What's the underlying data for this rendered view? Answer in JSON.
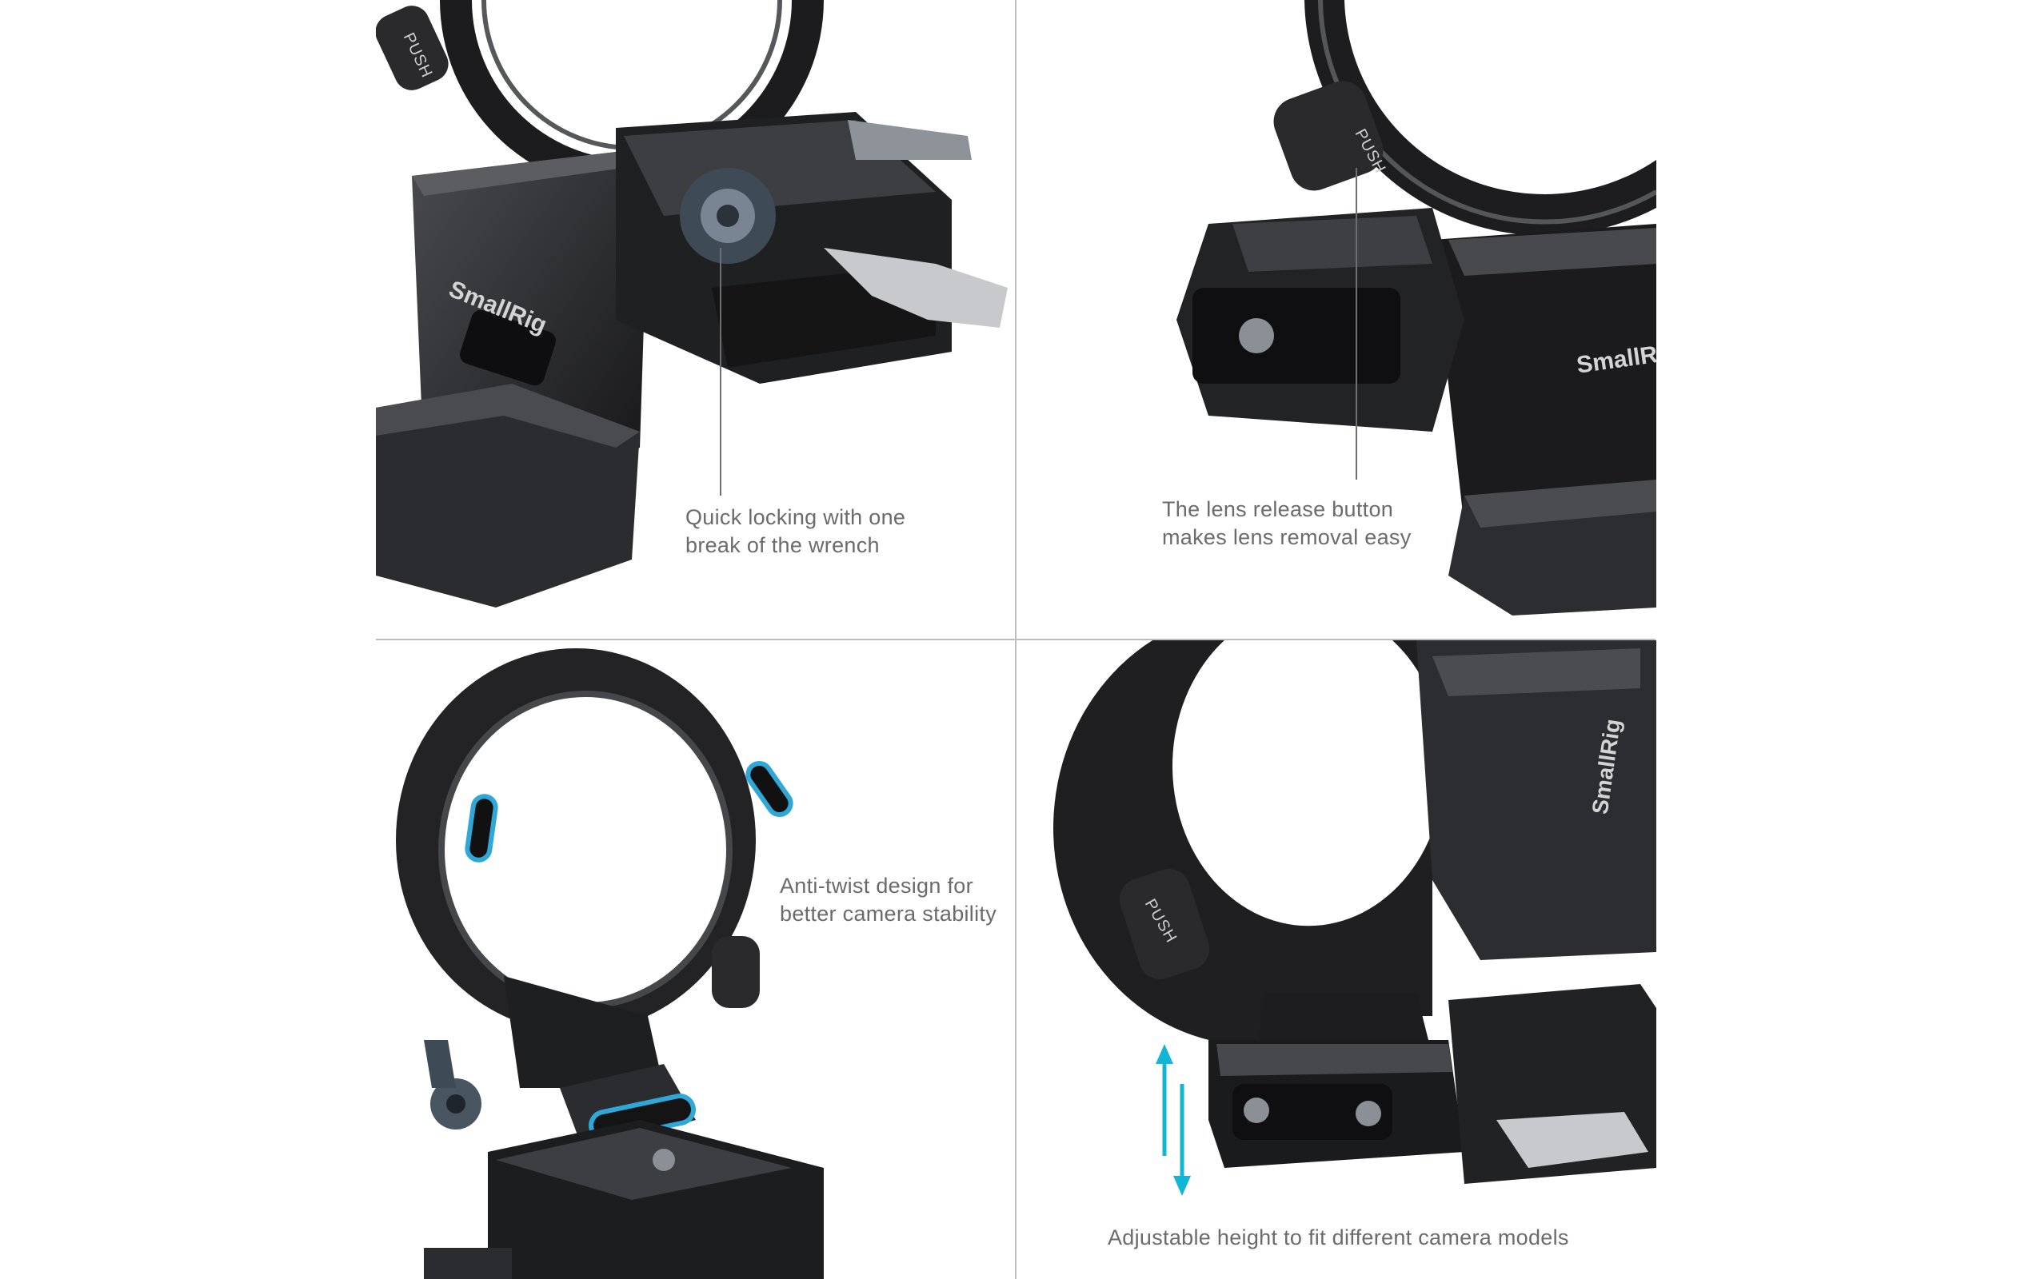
{
  "panels": {
    "top_left": {
      "caption_line1": "Quick locking with one",
      "caption_line2": "break of the wrench",
      "brand_mark": "SmallRig",
      "button_mark": "PUSH"
    },
    "top_right": {
      "caption_line1": "The lens release button",
      "caption_line2": "makes lens removal easy",
      "brand_mark": "SmallRig",
      "button_mark": "PUSH"
    },
    "bottom_left": {
      "caption_line1": "Anti-twist design for",
      "caption_line2": "better camera stability"
    },
    "bottom_right": {
      "caption": "Adjustable height to fit different camera models",
      "brand_mark": "SmallRig",
      "button_mark": "PUSH"
    }
  },
  "colors": {
    "caption_text": "#6b6b6b",
    "divider": "#bdbdbd",
    "metal_dark": "#1f1f21",
    "metal_mid": "#3a3b3e",
    "accent_blue": "#2fa8d8",
    "arrow_cyan": "#13b5d6",
    "lever_silver": "#c7c9cc"
  },
  "icons": {
    "height_arrow": "double-vertical-arrow-icon"
  }
}
